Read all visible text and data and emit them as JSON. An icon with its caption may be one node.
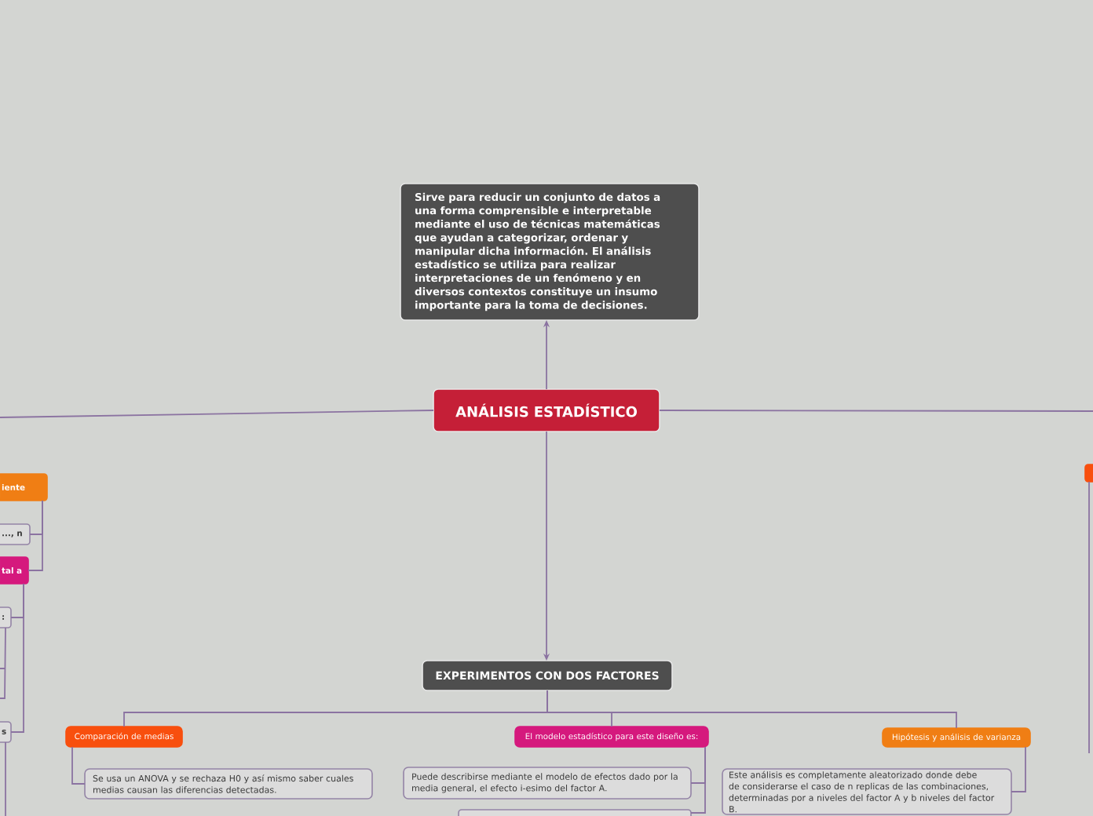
{
  "diagram": {
    "nodes": [
      {
        "text": [
          "Sirve para reducir un conjunto de datos a una forma comprensible e interpretable mediante el uso de técnicas matemáticas que ayudan a categorizar, ordenar y manipular dicha información. El análisis estadístico se utiliza para realizar interpretaciones de un fenómeno y en diversos contextos constituye un insumo importante para la toma de decisiones."
        ]
      },
      {
        "text": [
          "ANÁLISIS ESTADÍSTICO"
        ]
      },
      {
        "text": [
          "EXPERIMENTOS CON DOS FACTORES"
        ]
      },
      {
        "text": [
          "Comparación de medias"
        ]
      },
      {
        "text": [
          "Se usa un ANOVA y se rechaza H0 y así mismo saber cuales medias causan las diferencias detectadas."
        ]
      },
      {
        "text": [
          "El modelo estadístico para este diseño es:"
        ]
      },
      {
        "text": [
          "Puede describirse mediante el modelo de efectos dado por la media general, el efecto i-esimo del factor A."
        ]
      },
      {
        "text": [],
        "shape": "box"
      },
      {
        "text": [
          "Hipótesis y análisis de varianza"
        ]
      },
      {
        "text": [
          "Este análisis es completamente aleatorizado donde debe de considerarse el caso de n replicas de las combinaciones, determinadas por a niveles del factor A y b niveles del factor B."
        ]
      },
      {
        "text": [
          "iente"
        ]
      },
      {
        "text": [
          "..., n"
        ]
      },
      {
        "text": [
          "tal a"
        ]
      },
      {
        "text": [
          ":"
        ]
      },
      {
        "text": [
          "s"
        ]
      },
      {
        "text": [],
        "shape": "box"
      }
    ],
    "edges": [
      {
        "from": 1,
        "to": 0,
        "arrow": "to"
      },
      {
        "from": 1,
        "to": 2,
        "arrow": "to"
      },
      {
        "from": 2,
        "to": 3,
        "arrow": "none"
      },
      {
        "from": 2,
        "to": 5,
        "arrow": "none"
      },
      {
        "from": 2,
        "to": 8,
        "arrow": "none"
      },
      {
        "from": 3,
        "to": 4,
        "arrow": "none"
      },
      {
        "from": 5,
        "to": 6,
        "arrow": "none"
      },
      {
        "from": 5,
        "to": 7,
        "arrow": "none"
      },
      {
        "from": 8,
        "to": 9,
        "arrow": "none"
      },
      {
        "from": 1,
        "to": null,
        "arrow": "none"
      },
      {
        "from": 1,
        "to": null,
        "arrow": "none"
      },
      {
        "from": 10,
        "to": 11,
        "arrow": "none"
      },
      {
        "from": 10,
        "to": 12,
        "arrow": "none"
      },
      {
        "from": 12,
        "to": 13,
        "arrow": "none"
      },
      {
        "from": 12,
        "to": 14,
        "arrow": "none"
      },
      {
        "from": 13,
        "to": null,
        "arrow": "none"
      },
      {
        "from": 14,
        "to": null,
        "arrow": "none"
      },
      {
        "from": 15,
        "to": null,
        "arrow": "none"
      }
    ]
  }
}
